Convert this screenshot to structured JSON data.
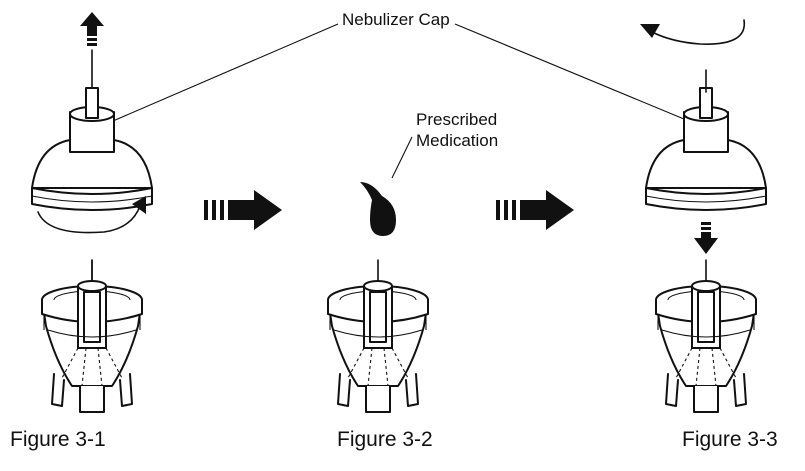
{
  "labels": {
    "nebulizer_cap": "Nebulizer Cap",
    "prescribed_medication_line1": "Prescribed",
    "prescribed_medication_line2": "Medication"
  },
  "figures": [
    {
      "caption": "Figure 3-1"
    },
    {
      "caption": "Figure 3-2"
    },
    {
      "caption": "Figure 3-3"
    }
  ],
  "colors": {
    "ink": "#111111",
    "background": "#ffffff"
  },
  "icons": [
    "up-arrow-icon",
    "rotate-arrow-icon",
    "process-arrow-icon",
    "down-arrow-icon",
    "medication-drop-icon"
  ]
}
